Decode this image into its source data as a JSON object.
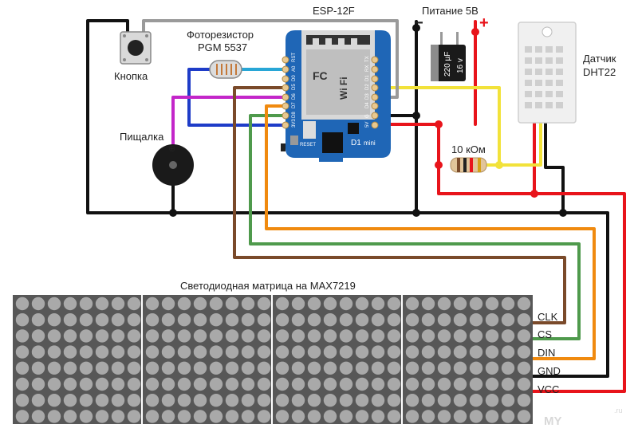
{
  "board": {
    "module": "ESP-12F",
    "name": "D1",
    "name_sub": "mini",
    "reset_label": "RESET",
    "wifi_label": "Wi Fi",
    "fcc_label": "FC",
    "left_pins": [
      "RST",
      "A0",
      "D0",
      "D5",
      "D6",
      "D7",
      "D8",
      "3V3"
    ],
    "right_pins": [
      "TX",
      "RX",
      "D1",
      "D2",
      "D3",
      "D4",
      "G",
      "5V"
    ]
  },
  "power": {
    "label": "Питание 5В",
    "minus": "−",
    "plus": "+"
  },
  "capacitor": {
    "line1": "220 µF",
    "line2": "16 v"
  },
  "button": {
    "label": "Кнопка"
  },
  "photoresistor": {
    "line1": "Фоторезистор",
    "line2": "PGM 5537"
  },
  "buzzer": {
    "label": "Пищалка",
    "plus": "⊕"
  },
  "sensor": {
    "line1": "Датчик",
    "line2": "DHT22"
  },
  "resistor": {
    "label": "10 кОм"
  },
  "matrix": {
    "title": "Светодиодная матрица на MAX7219",
    "pins": [
      "CLK",
      "CS",
      "DIN",
      "GND",
      "VCC"
    ]
  },
  "watermark": {
    "text": "MY",
    "suffix": ".ru"
  },
  "colors": {
    "gnd": "#111111",
    "vcc": "#e8141b",
    "clk": "#7a4a2a",
    "cs": "#4f9a4c",
    "din": "#f08a0f",
    "signal_yellow": "#f2e23a",
    "signal_gray": "#9a9a9a",
    "signal_blue": "#1e3cc8",
    "signal_magenta": "#c326c9",
    "signal_cyan": "#28a6d6",
    "board": "#1f66b6",
    "matrix_bg": "#575757",
    "led": "#a9a9a9"
  }
}
